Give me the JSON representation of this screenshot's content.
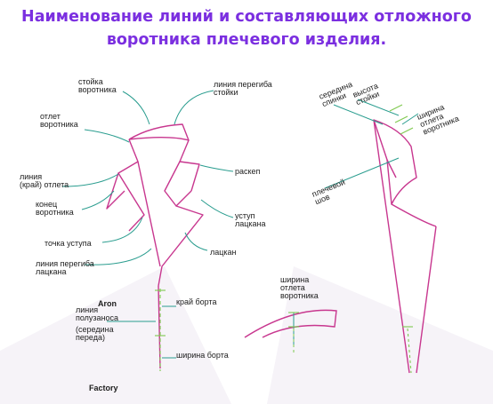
{
  "header": {
    "title_line1": "Наименование линий и составляющих отложного",
    "title_line2": "воротника плечевого изделия."
  },
  "watermark": {
    "line1": "Aron",
    "line2": "Factory"
  },
  "colors": {
    "title": "#7b2fe0",
    "pattern_line": "#c8378f",
    "leader_line": "#2a9d8f",
    "guide_line": "#7fc94f"
  },
  "left_labels": {
    "stoika": [
      "стойка",
      "воротника"
    ],
    "liniya_peregiba_stoiki": [
      "линия перегиба",
      "стойки"
    ],
    "otlet_vorotnika": [
      "отлет",
      "воротника"
    ],
    "raskep": [
      "раскеп"
    ],
    "liniya_kray_otleta": [
      "линия",
      "(край) отлета"
    ],
    "konets_vorotnika": [
      "конец",
      "воротника"
    ],
    "ustup_lackana": [
      "уступ",
      "лацкана"
    ],
    "tochka_ustupa": [
      "точка уступа"
    ],
    "lackan": [
      "лацкан"
    ],
    "liniya_peregiba_lackana": [
      "линия перегиба",
      "лацкана"
    ],
    "kray_borta": [
      "край борта"
    ],
    "liniya_poluzanosa": [
      "линия",
      "полузаноса",
      "(середина",
      "переда)"
    ],
    "shirina_borta": [
      "ширина борта"
    ]
  },
  "middle_labels": {
    "shirina_otleta": [
      "ширина",
      "отлета",
      "воротника"
    ]
  },
  "right_labels": {
    "seredina_spinki": [
      "середина",
      "спинки"
    ],
    "vysota_stoiki": [
      "высота",
      "стойки"
    ],
    "shirina_otleta": [
      "ширина",
      "отлета",
      "воротника"
    ],
    "plechevoy_shov": [
      "плечевой",
      "шов"
    ]
  }
}
